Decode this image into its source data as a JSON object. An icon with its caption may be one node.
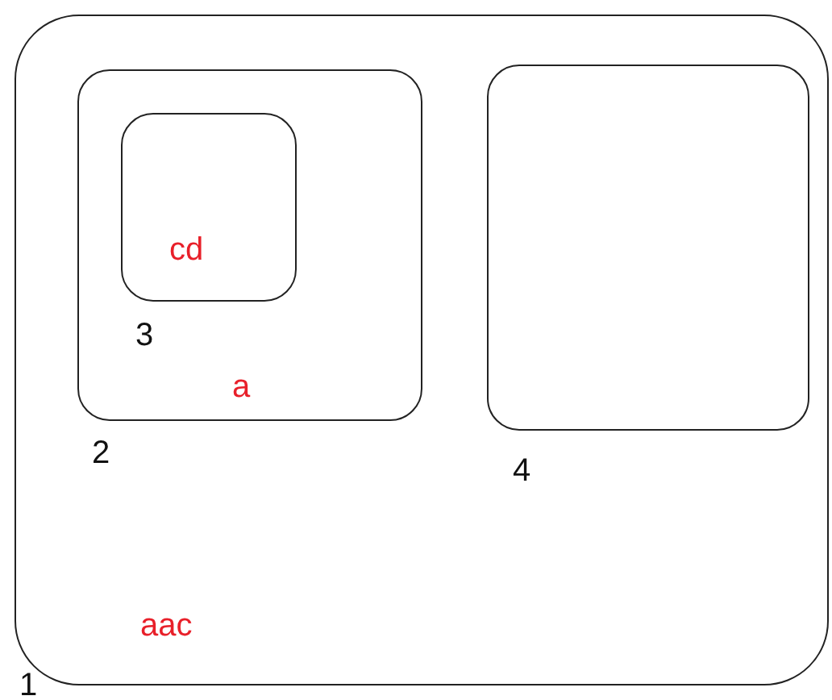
{
  "diagram": {
    "nodes": [
      {
        "text": [
          "aac"
        ],
        "beside": [
          "1"
        ]
      },
      {
        "text": [
          "a"
        ],
        "beside": [
          "2"
        ],
        "in": 0
      },
      {
        "text": [
          "cd"
        ],
        "beside": [
          "3"
        ],
        "in": 1
      },
      {
        "text": [],
        "shape": "box",
        "beside": [
          "4"
        ],
        "in": 0
      }
    ]
  }
}
